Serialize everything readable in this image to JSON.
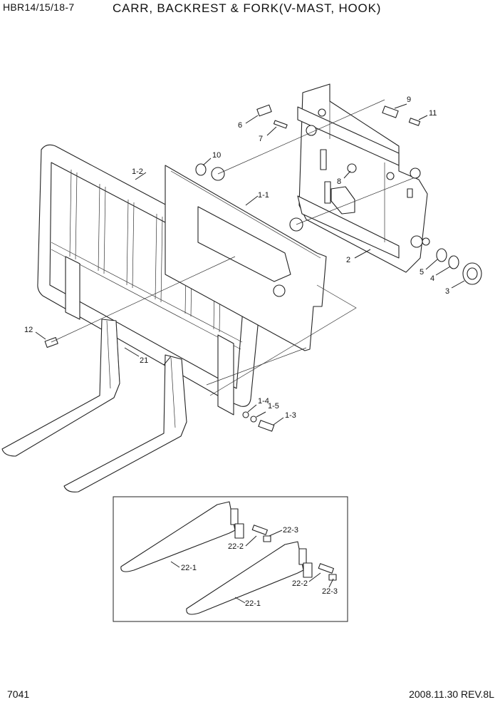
{
  "header": {
    "model": "HBR14/15/18-7",
    "title": "CARR, BACKREST & FORK(V-MAST, HOOK)"
  },
  "footer": {
    "page_number": "7041",
    "date_revision": "2008.11.30  REV.8L"
  },
  "callouts": {
    "p9": "9",
    "p11": "11",
    "p6": "6",
    "p7": "7",
    "p10": "10",
    "p1_2": "1-2",
    "p1_1": "1-1",
    "p8": "8",
    "p2": "2",
    "p5": "5",
    "p4": "4",
    "p3": "3",
    "p12": "12",
    "p21": "21",
    "p1_4": "1-4",
    "p1_5": "1-5",
    "p1_3": "1-3",
    "d22_3a": "22-3",
    "d22_2a": "22-2",
    "d22_1a": "22-1",
    "d22_2b": "22-2",
    "d22_3b": "22-3",
    "d22_1b": "22-1"
  }
}
